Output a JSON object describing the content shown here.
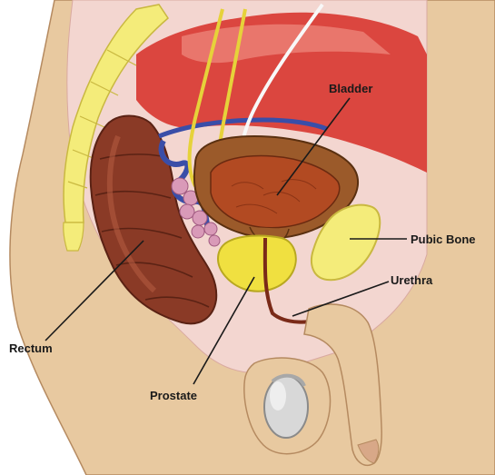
{
  "labels": {
    "bladder": "Bladder",
    "pubic_bone": "Pubic Bone",
    "urethra": "Urethra",
    "rectum": "Rectum",
    "prostate": "Prostate"
  },
  "colors": {
    "skin": "#e8c9a0",
    "skin_dark": "#c9a47a",
    "pink_tissue": "#f3d6d0",
    "muscle_red": "#d93a32",
    "rectum_brown": "#8a3a26",
    "bladder_wall": "#9b5a2a",
    "bladder_inner": "#b24a22",
    "bone_yellow": "#f4ec7a",
    "prostate_yellow": "#f0e040",
    "vas_blue": "#3a4ea8",
    "seminal_pink": "#d99ab8",
    "testis_gray": "#d8d8d8"
  }
}
